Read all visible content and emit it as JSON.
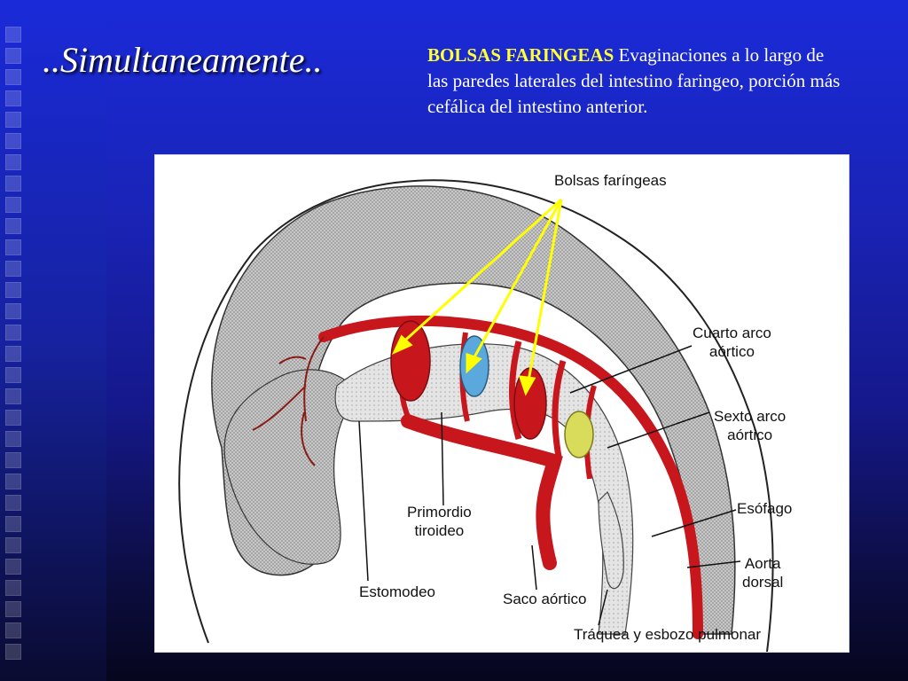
{
  "slide": {
    "title": "..Simultaneamente..",
    "description": {
      "term": "BOLSAS FARINGEAS",
      "text": " Evaginaciones a lo largo de las paredes laterales del intestino faringeo, porción más cefálica del intestino anterior."
    }
  },
  "figure": {
    "labels": {
      "bolsas": "Bolsas faríngeas",
      "cuarto_arco": "Cuarto arco\naórtico",
      "sexto_arco": "Sexto arco\naórtico",
      "esofago": "Esófago",
      "aorta": "Aorta\ndorsal",
      "primordio": "Primordio\ntiroideo",
      "estomodeo": "Estomodeo",
      "saco": "Saco aórtico",
      "traquea": "Tráquea y esbozo pulmonar"
    }
  },
  "colors": {
    "background": "#1a24b8",
    "term": "#ffff33",
    "vessel": "#c8161d",
    "pouch_blue": "#5aa8dc",
    "pouch_yellow": "#d8dc5a",
    "arrow": "#ffff00"
  }
}
